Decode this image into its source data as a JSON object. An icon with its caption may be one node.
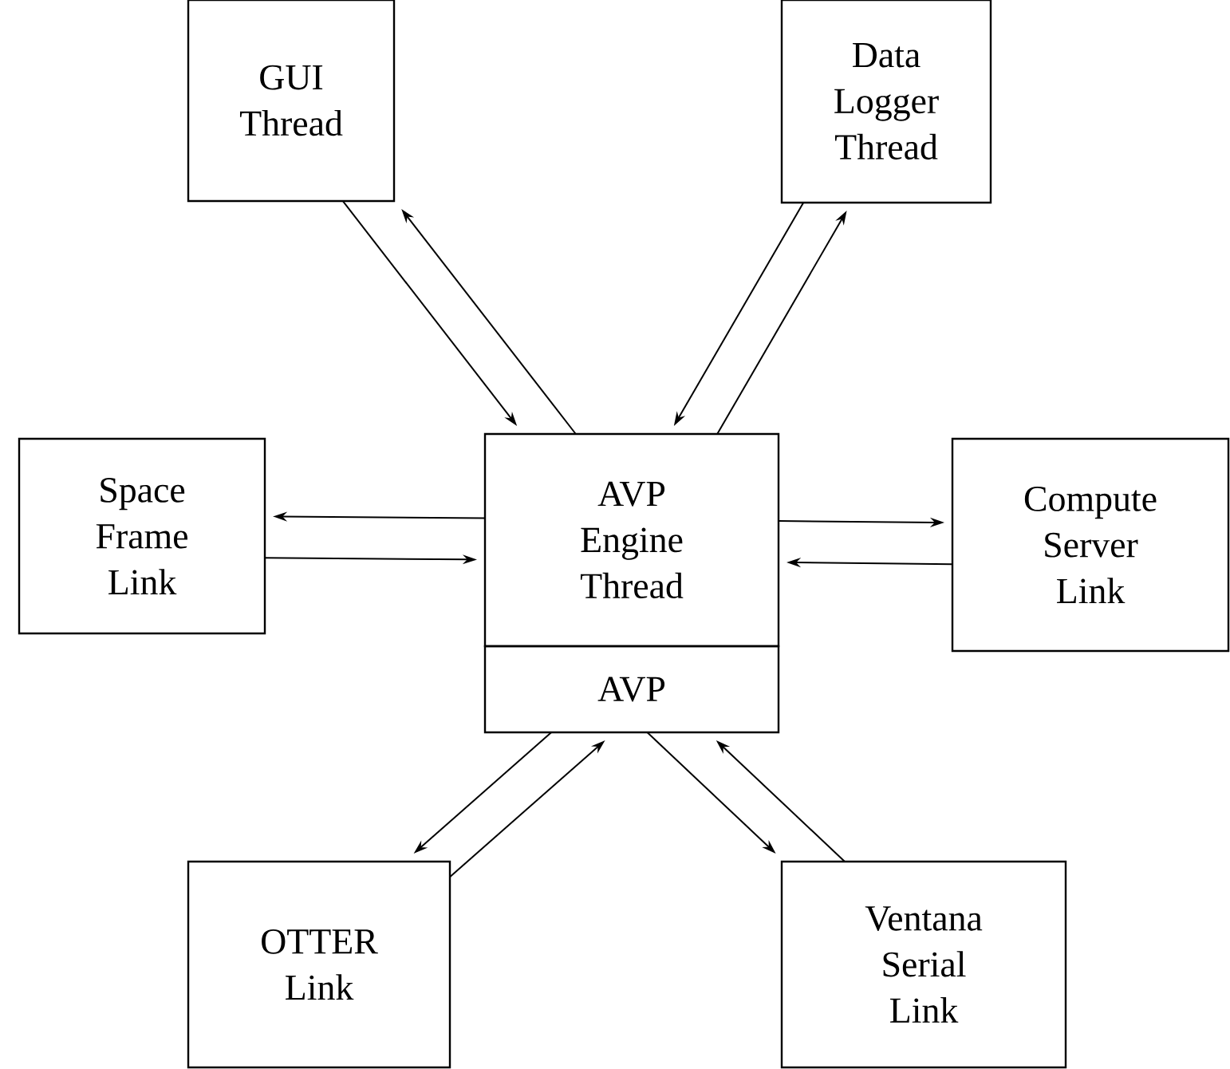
{
  "diagram": {
    "nodes": [
      {
        "text": [
          "GUI Thread"
        ]
      },
      {
        "text": [
          "Data Logger Thread"
        ]
      },
      {
        "text": [
          "Space Frame Link"
        ]
      },
      {
        "text": [
          "AVP Engine Thread"
        ]
      },
      {
        "text": [
          "AVP"
        ]
      },
      {
        "text": [
          "Compute Server Link"
        ]
      },
      {
        "text": [
          "OTTER Link"
        ]
      },
      {
        "text": [
          "Ventana Serial Link"
        ]
      }
    ],
    "edges": [
      {
        "from": 0,
        "to": 3,
        "arrow": "to"
      },
      {
        "from": 3,
        "to": 0,
        "arrow": "to"
      },
      {
        "from": 3,
        "to": 1,
        "arrow": "to"
      },
      {
        "from": 1,
        "to": 3,
        "arrow": "to"
      },
      {
        "from": 3,
        "to": 2,
        "arrow": "to"
      },
      {
        "from": 2,
        "to": 3,
        "arrow": "to"
      },
      {
        "from": 3,
        "to": 5,
        "arrow": "to"
      },
      {
        "from": 5,
        "to": 3,
        "arrow": "to"
      },
      {
        "from": 6,
        "to": 4,
        "arrow": "to"
      },
      {
        "from": 4,
        "to": 6,
        "arrow": "to"
      },
      {
        "from": 4,
        "to": 7,
        "arrow": "to"
      },
      {
        "from": 7,
        "to": 4,
        "arrow": "to"
      }
    ]
  }
}
